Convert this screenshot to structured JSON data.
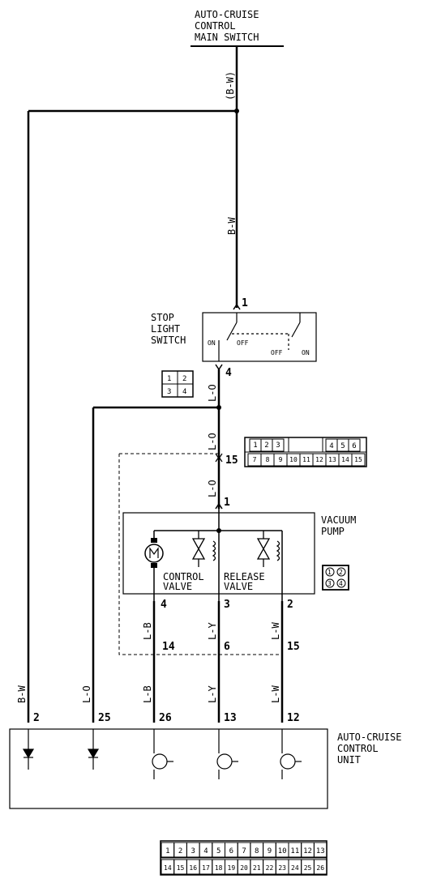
{
  "components": {
    "main_switch": [
      "AUTO-CRUISE",
      "CONTROL",
      "MAIN SWITCH"
    ],
    "stop_light_switch": [
      "STOP",
      "LIGHT",
      "SWITCH"
    ],
    "vacuum_pump": [
      "VACUUM",
      "PUMP"
    ],
    "control_valve": [
      "CONTROL",
      "VALVE"
    ],
    "release_valve": [
      "RELEASE",
      "VALVE"
    ],
    "control_unit": [
      "AUTO-CRUISE",
      "CONTROL",
      "UNIT"
    ]
  },
  "switch_states": {
    "on": "ON",
    "off": "OFF",
    "off2": "OFF",
    "on2": "ON"
  },
  "wire_colors": {
    "main_feed": "(B-W)",
    "feed": "B-W",
    "left_feed": "B-W",
    "l_o_1": "L-O",
    "l_o_2": "L-O",
    "l_o_3": "L-O",
    "l_o_branch": "L-O",
    "l_b_1": "L-B",
    "l_b_2": "L-B",
    "l_y_1": "L-Y",
    "l_y_2": "L-Y",
    "l_w_1": "L-W",
    "l_w_2": "L-W"
  },
  "pins": {
    "stop_in": "1",
    "stop_out": "4",
    "conn_15": "15",
    "pump_in": "1",
    "pump_4": "4",
    "pump_3": "3",
    "pump_2": "2",
    "mid_14": "14",
    "mid_6": "6",
    "mid_15": "15",
    "ecu_2": "2",
    "ecu_25": "25",
    "ecu_26": "26",
    "ecu_13": "13",
    "ecu_12": "12"
  },
  "connectors": {
    "stop_switch": [
      "1",
      "2",
      "3",
      "4"
    ],
    "mid_top": [
      "1",
      "2",
      "3",
      "4",
      "5",
      "6"
    ],
    "mid_bottom": [
      "7",
      "8",
      "9",
      "10",
      "11",
      "12",
      "13",
      "14",
      "15"
    ],
    "pump": [
      "1",
      "2",
      "3",
      "4"
    ],
    "ecu_top": [
      "1",
      "2",
      "3",
      "4",
      "5",
      "6",
      "7",
      "8",
      "9",
      "10",
      "11",
      "12",
      "13"
    ],
    "ecu_bottom": [
      "14",
      "15",
      "16",
      "17",
      "18",
      "19",
      "20",
      "21",
      "22",
      "23",
      "24",
      "25",
      "26"
    ]
  }
}
